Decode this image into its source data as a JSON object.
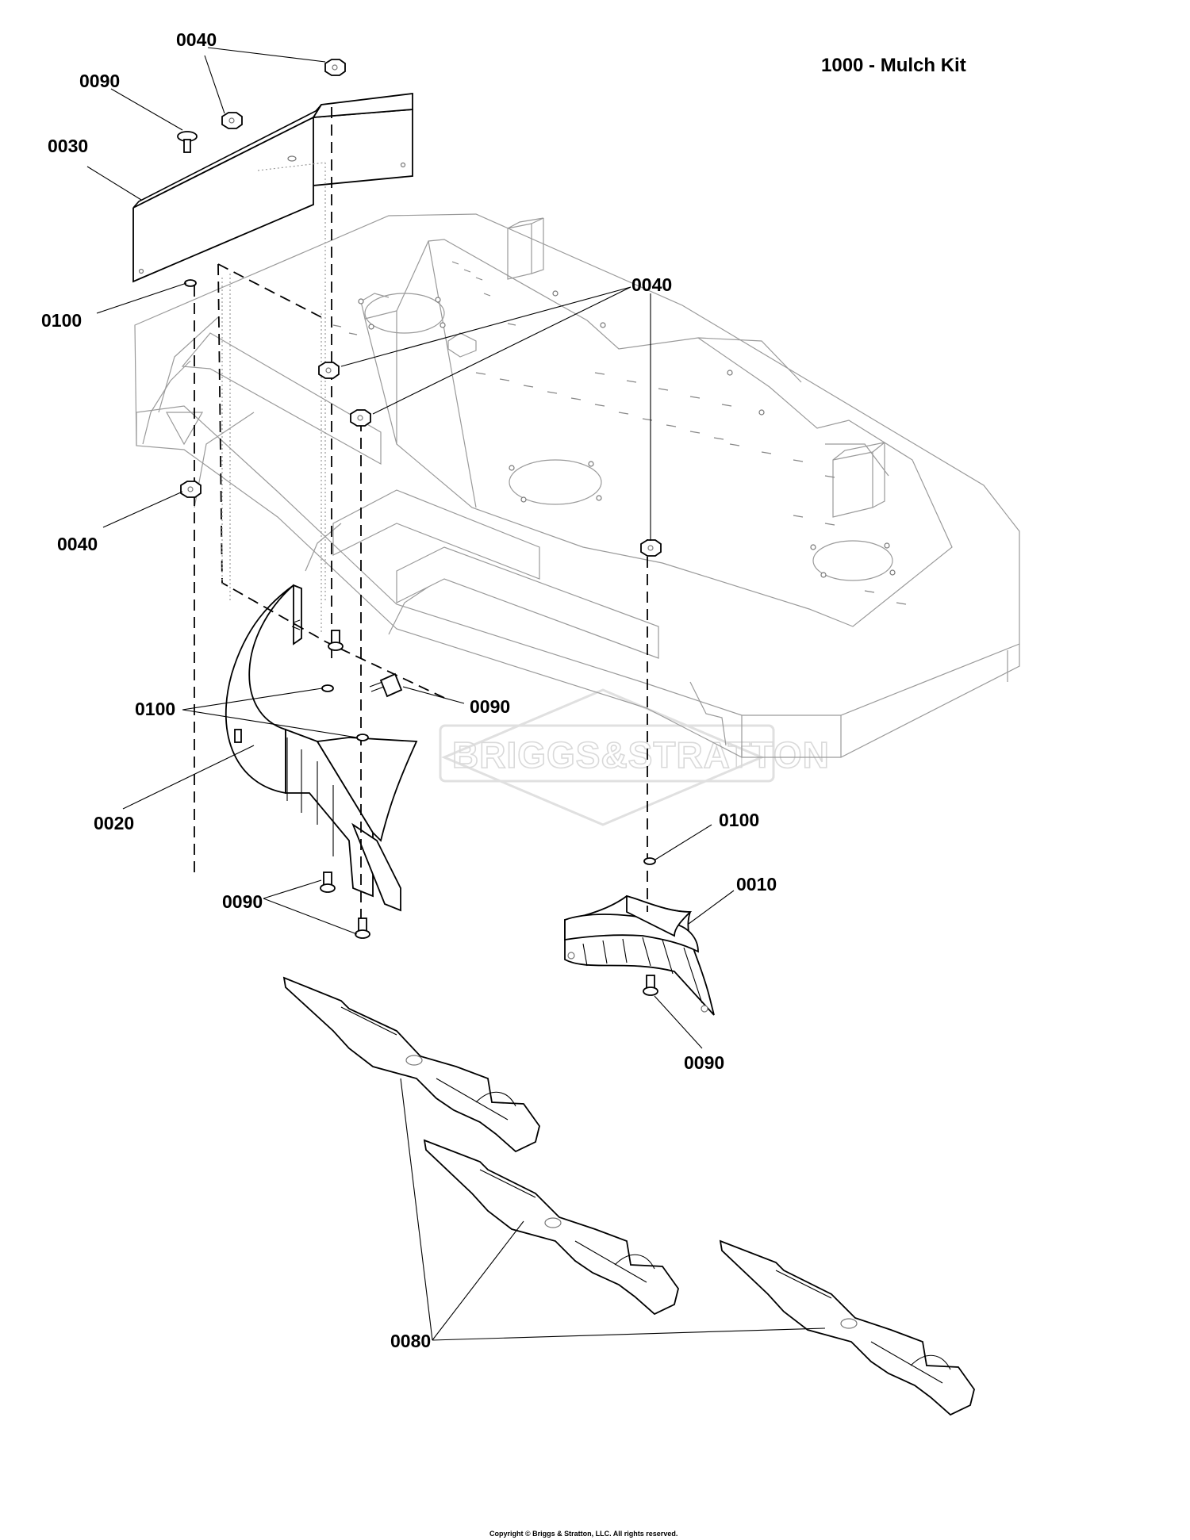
{
  "title": "1000 - Mulch Kit",
  "copyright": "Copyright © Briggs & Stratton, LLC. All rights reserved.",
  "watermark": "BRIGGS&STRATTON",
  "callouts": {
    "c0040_top": "0040",
    "c0090_top": "0090",
    "c0030": "0030",
    "c0100_left": "0100",
    "c0040_mid": "0040",
    "c0040_lower": "0040",
    "c0100_mid": "0100",
    "c0090_mid": "0090",
    "c0020": "0020",
    "c0090_lower": "0090",
    "c0100_right": "0100",
    "c0010": "0010",
    "c0090_right": "0090",
    "c0080": "0080"
  }
}
